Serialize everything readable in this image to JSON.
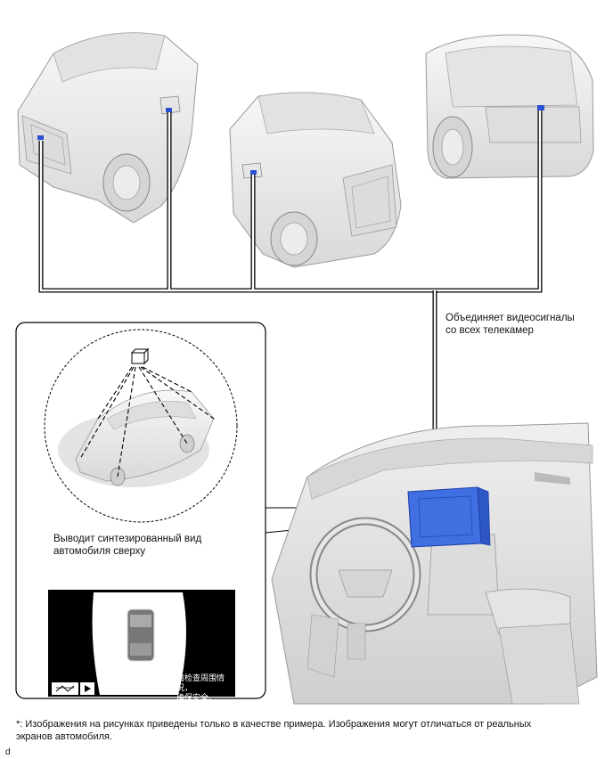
{
  "labels": {
    "combine_signals": "Объединяет видеосигналы\nсо всех телекамер",
    "synth_view": "Выводит синтезированный вид\nавтомобиля сверху",
    "footnote": "*: Изображения на рисунках приведены только в качестве примера.  Изображения могут отличаться от реальных\nэкранов автомобиля.",
    "corner_letter": "d"
  },
  "screen": {
    "warning_text": "请检查周围情况，\n确保安全。"
  },
  "colors": {
    "ecu_blue": "#3f6fe0",
    "camera_blue": "#2a4fd0",
    "line": "#000000",
    "vehicle_fill": "#ececec",
    "screen_bg": "#000000"
  },
  "icons": [
    "camera-icon",
    "view-switch-icon",
    "play-icon"
  ]
}
